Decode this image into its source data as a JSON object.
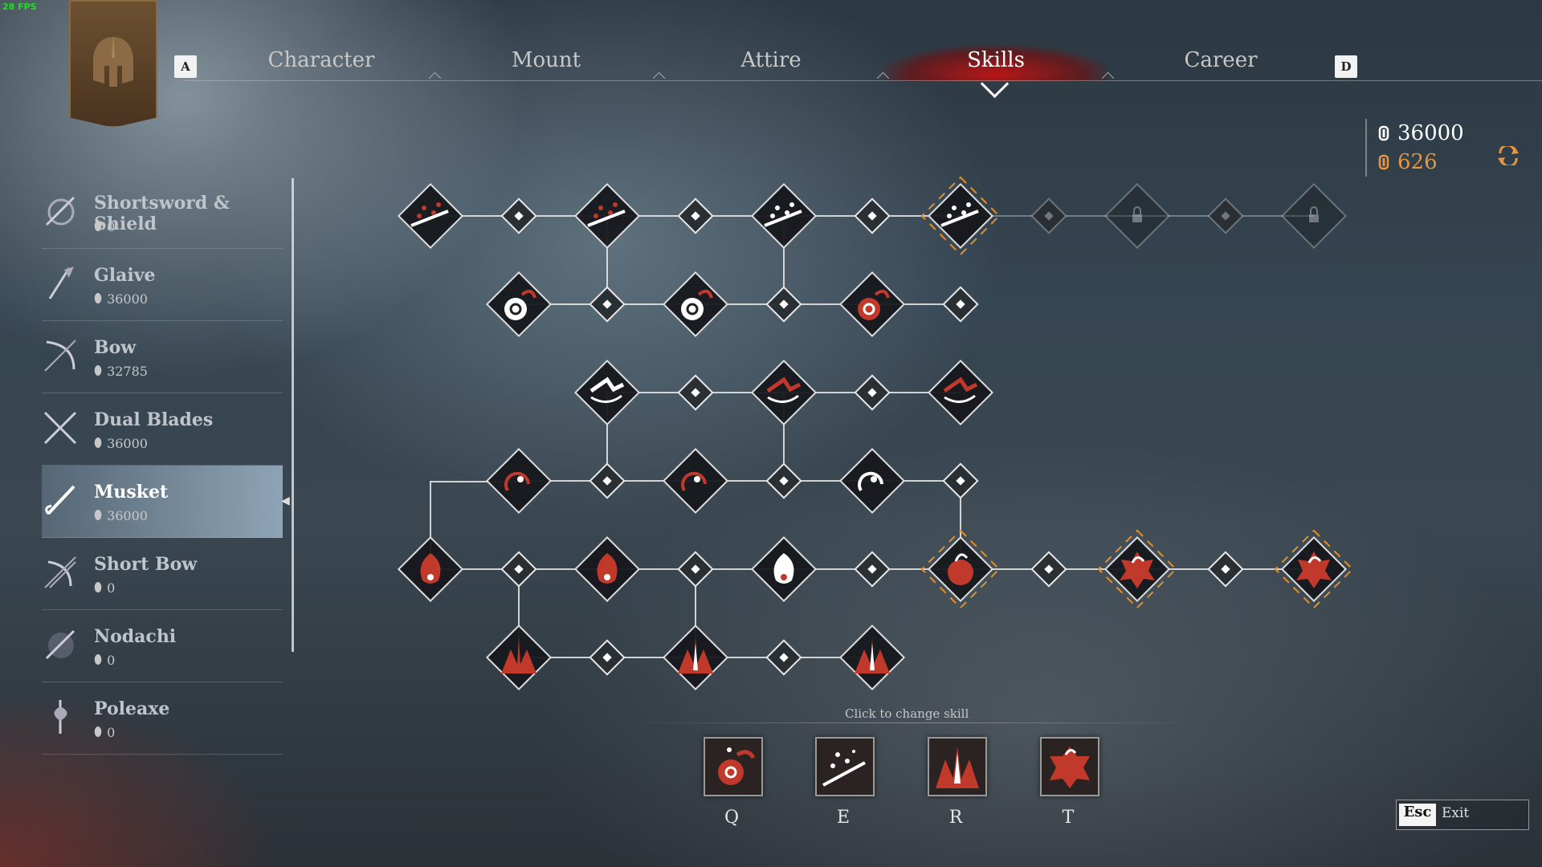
{
  "fps": "28 FPS",
  "tabs": {
    "prev_key": "A",
    "next_key": "D",
    "items": [
      {
        "label": "Character",
        "active": false
      },
      {
        "label": "Mount",
        "active": false
      },
      {
        "label": "Attire",
        "active": false
      },
      {
        "label": "Skills",
        "active": true
      },
      {
        "label": "Career",
        "active": false
      }
    ]
  },
  "currency": {
    "primary": "36000",
    "secondary": "626",
    "primary_color": "#ffffff",
    "secondary_color": "#e89540"
  },
  "weapons": [
    {
      "name": "Shortsword & Shield",
      "value": "0",
      "icon": "sword-shield-icon",
      "active": false
    },
    {
      "name": "Glaive",
      "value": "36000",
      "icon": "glaive-icon",
      "active": false
    },
    {
      "name": "Bow",
      "value": "32785",
      "icon": "bow-icon",
      "active": false
    },
    {
      "name": "Dual Blades",
      "value": "36000",
      "icon": "dual-blades-icon",
      "active": false
    },
    {
      "name": "Musket",
      "value": "36000",
      "icon": "musket-icon",
      "active": true
    },
    {
      "name": "Short Bow",
      "value": "0",
      "icon": "short-bow-icon",
      "active": false
    },
    {
      "name": "Nodachi",
      "value": "0",
      "icon": "nodachi-icon",
      "active": false
    },
    {
      "name": "Poleaxe",
      "value": "0",
      "icon": "poleaxe-icon",
      "active": false
    }
  ],
  "skill_tree": {
    "accent": "#c0392b",
    "equipped_frame": "#e0902a",
    "rows": [
      {
        "id": "row-1",
        "skills": [
          "shot-spray",
          "shot-spray-2",
          "shot-spray-3",
          "muzzle-blast-equipped",
          "locked-1",
          "locked-2"
        ]
      },
      {
        "id": "row-2",
        "skills": [
          "grenade-toss",
          "grenade-toss-2",
          "grenade-toss-3"
        ]
      },
      {
        "id": "row-3",
        "skills": [
          "backflip-shot",
          "backflip-shot-2",
          "backflip-shot-3"
        ]
      },
      {
        "id": "row-4",
        "skills": [
          "roll-shot",
          "roll-shot-2",
          "roll-shot-3"
        ]
      },
      {
        "id": "row-5",
        "skills": [
          "fire-blast",
          "fire-blast-2",
          "explosion",
          "bomb-equipped",
          "bomb-2",
          "bomb-3"
        ]
      },
      {
        "id": "row-6",
        "skills": [
          "spike-trap",
          "spike-trap-2",
          "spike-trap-3"
        ]
      }
    ]
  },
  "skill_bar": {
    "hint": "Click to change skill",
    "slots": [
      {
        "key": "Q",
        "icon": "grenade-skill-icon"
      },
      {
        "key": "E",
        "icon": "shot-spray-skill-icon"
      },
      {
        "key": "R",
        "icon": "spike-skill-icon"
      },
      {
        "key": "T",
        "icon": "bomb-skill-icon"
      }
    ]
  },
  "exit": {
    "key": "Esc",
    "label": "Exit"
  }
}
